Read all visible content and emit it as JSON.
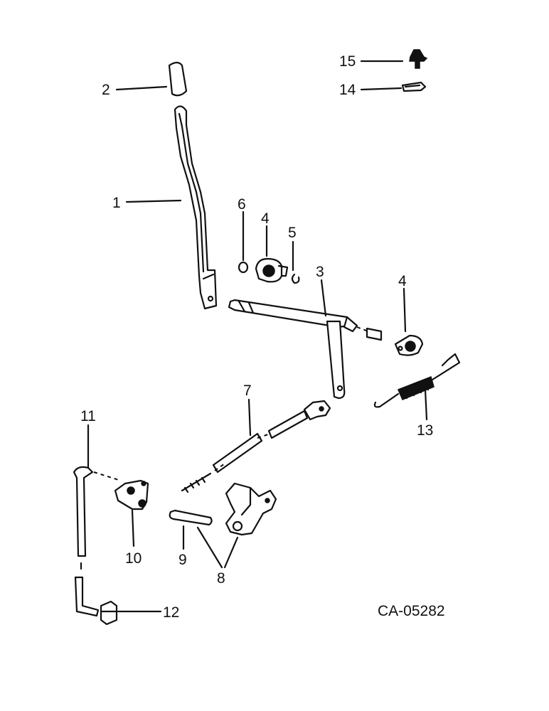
{
  "diagram": {
    "drawing_code": "CA-05282",
    "callouts": [
      {
        "id": "1",
        "text": "1"
      },
      {
        "id": "2",
        "text": "2"
      },
      {
        "id": "3",
        "text": "3"
      },
      {
        "id": "4a",
        "text": "4"
      },
      {
        "id": "4b",
        "text": "4"
      },
      {
        "id": "5",
        "text": "5"
      },
      {
        "id": "6",
        "text": "6"
      },
      {
        "id": "7",
        "text": "7"
      },
      {
        "id": "8",
        "text": "8"
      },
      {
        "id": "9",
        "text": "9"
      },
      {
        "id": "10",
        "text": "10"
      },
      {
        "id": "11",
        "text": "11"
      },
      {
        "id": "12",
        "text": "12"
      },
      {
        "id": "13",
        "text": "13"
      },
      {
        "id": "14",
        "text": "14"
      },
      {
        "id": "15",
        "text": "15"
      }
    ]
  }
}
